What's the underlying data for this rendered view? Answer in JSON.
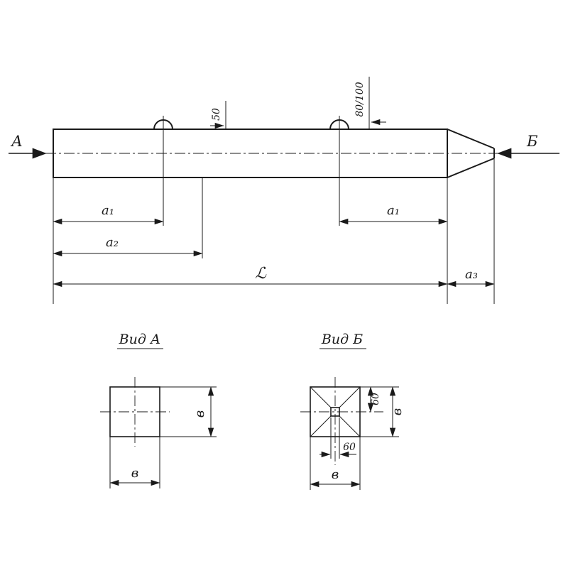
{
  "main_view": {
    "section_left": "А",
    "section_right": "Б",
    "dim_50": "50",
    "dim_80_100": "80/100",
    "dim_a1_left": "а₁",
    "dim_a1_right": "а₁",
    "dim_a2": "а₂",
    "dim_length": "ℒ",
    "dim_a3": "а₃"
  },
  "view_a": {
    "title": "Вид А",
    "dim_side_right": "в",
    "dim_side_bottom": "в"
  },
  "view_b": {
    "title": "Вид Б",
    "dim_tip_vertical": "60",
    "dim_tip_horizontal": "60",
    "dim_side_right": "в",
    "dim_side_bottom": "в"
  }
}
